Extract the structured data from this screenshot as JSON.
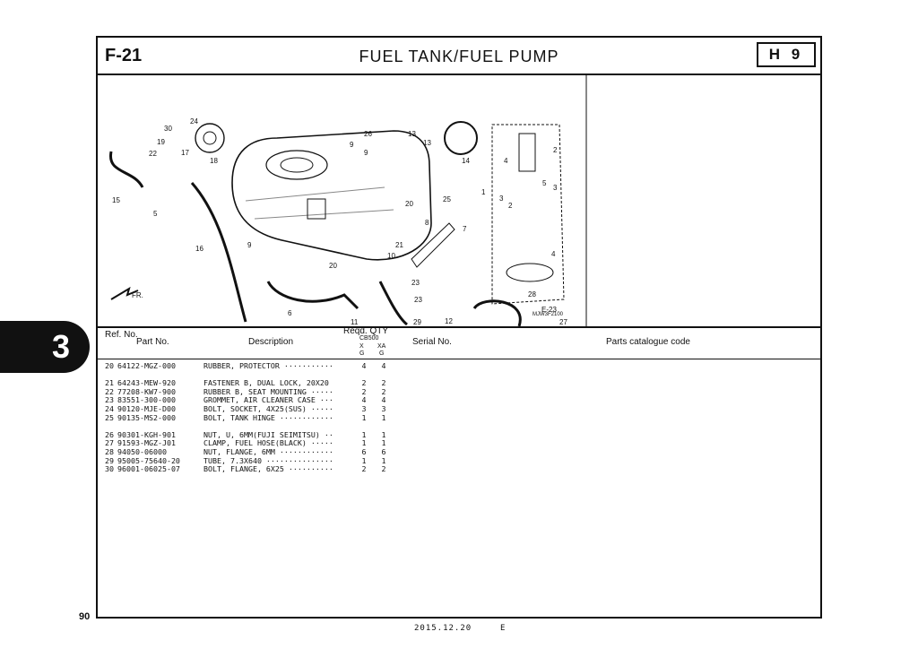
{
  "section_code": "F-21",
  "title": "FUEL TANK/FUEL PUMP",
  "section_ref": "H 9",
  "chapter_tab": "3",
  "page_number": "90",
  "footer_date": "2015.12.20",
  "footer_edition": "E",
  "diagram": {
    "callouts": [
      "30",
      "24",
      "19",
      "22",
      "17",
      "18",
      "15",
      "5",
      "16",
      "6",
      "9",
      "9",
      "26",
      "13",
      "13",
      "14",
      "20",
      "25",
      "8",
      "7",
      "21",
      "10",
      "9",
      "20",
      "23",
      "23",
      "29",
      "11",
      "4",
      "2",
      "5",
      "3",
      "1",
      "3",
      "2",
      "4",
      "28",
      "12",
      "E-23",
      "27"
    ],
    "figure_code": "MJW3F2100",
    "arrow_label": "FR."
  },
  "table": {
    "headers": {
      "ref": "Ref. No.",
      "part": "Part No.",
      "desc": "Description",
      "qty": "Reqd. QTY",
      "model": "CB500",
      "col_x": "X",
      "col_xa": "XA",
      "col_g1": "G",
      "col_g2": "G",
      "serial": "Serial No.",
      "catalogue": "Parts catalogue code"
    },
    "rows": [
      {
        "ref": "20",
        "part": "64122-MGZ-000",
        "desc": "RUBBER, PROTECTOR ···········",
        "x": "4",
        "xa": "4"
      },
      {
        "ref": "21",
        "part": "64243-MEW-920",
        "desc": "FASTENER B, DUAL LOCK, 20X20",
        "x": "2",
        "xa": "2"
      },
      {
        "ref": "22",
        "part": "77208-KW7-900",
        "desc": "RUBBER B, SEAT MOUNTING ·····",
        "x": "2",
        "xa": "2"
      },
      {
        "ref": "23",
        "part": "83551-300-000",
        "desc": "GROMMET, AIR CLEANER CASE ···",
        "x": "4",
        "xa": "4"
      },
      {
        "ref": "24",
        "part": "90120-MJE-D00",
        "desc": "BOLT, SOCKET, 4X25(SUS) ·····",
        "x": "3",
        "xa": "3"
      },
      {
        "ref": "25",
        "part": "90135-MS2-000",
        "desc": "BOLT, TANK HINGE ············",
        "x": "1",
        "xa": "1"
      },
      {
        "ref": "26",
        "part": "90301-KGH-901",
        "desc": "NUT, U, 6MM(FUJI SEIMITSU) ··",
        "x": "1",
        "xa": "1"
      },
      {
        "ref": "27",
        "part": "91593-MGZ-J01",
        "desc": "CLAMP, FUEL HOSE(BLACK) ·····",
        "x": "1",
        "xa": "1"
      },
      {
        "ref": "28",
        "part": "94050-06000",
        "desc": "NUT, FLANGE, 6MM ············",
        "x": "6",
        "xa": "6"
      },
      {
        "ref": "29",
        "part": "95005-75640-20",
        "desc": "TUBE, 7.3X640 ···············",
        "x": "1",
        "xa": "1"
      },
      {
        "ref": "30",
        "part": "96001-06025-07",
        "desc": "BOLT, FLANGE, 6X25 ··········",
        "x": "2",
        "xa": "2"
      }
    ]
  }
}
